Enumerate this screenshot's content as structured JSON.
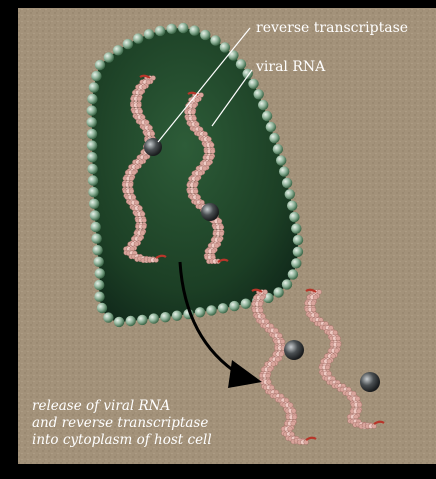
{
  "labels": {
    "reverse_transcriptase": "reverse transcriptase",
    "viral_rna": "viral RNA"
  },
  "caption": {
    "line1": "release of viral RNA",
    "line2": "and reverse transcriptase",
    "line3": "into cytoplasm of host cell"
  },
  "colors": {
    "background": "#a3927a",
    "frame": "#000000",
    "capsid": "#1b3d24",
    "capsid_bead": "#8fb39a",
    "rna_bead": "#e3b6ae",
    "rna_tail": "#b7362a",
    "enzyme": "#4a4f52",
    "label_text": "#ffffff",
    "arrow": "#000000"
  },
  "icons": [
    "capsid-shell",
    "viral-rna-strand",
    "reverse-transcriptase-enzyme",
    "release-arrow"
  ]
}
